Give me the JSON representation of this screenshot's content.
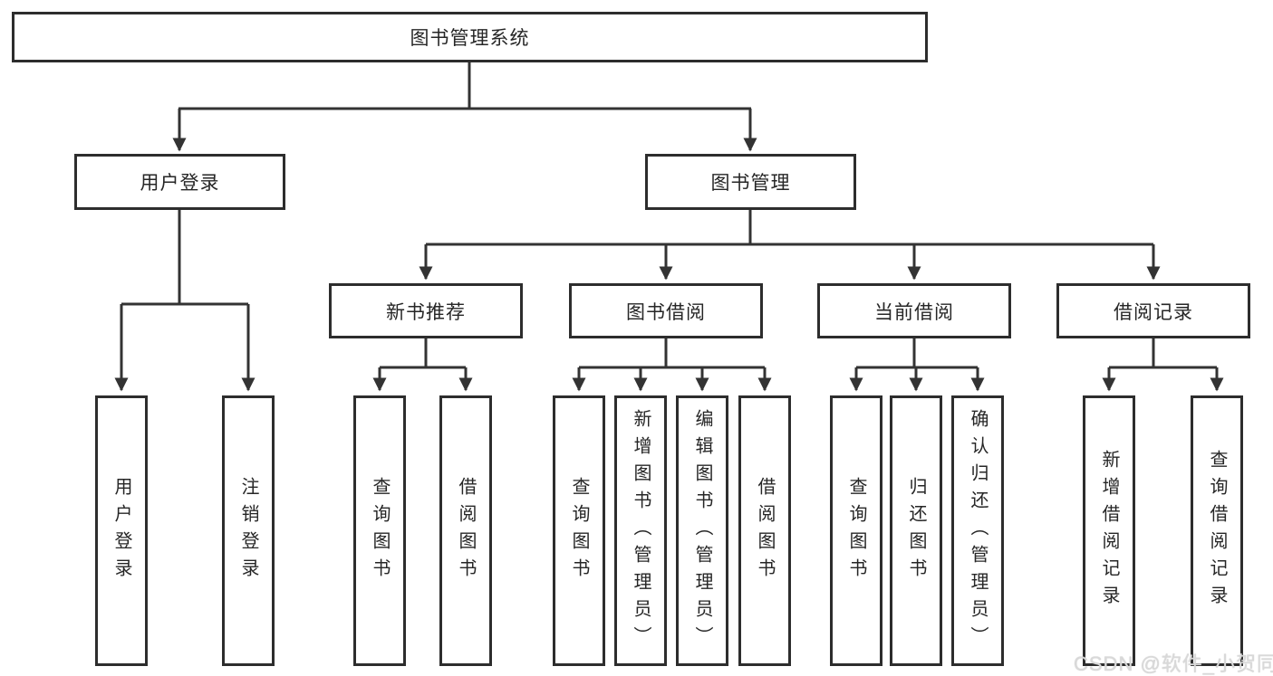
{
  "diagram": {
    "title": "图书管理系统",
    "root": {
      "label": "图书管理系统"
    },
    "branches": [
      {
        "label": "用户登录",
        "children": [
          {
            "label": "用户登录"
          },
          {
            "label": "注销登录"
          }
        ]
      },
      {
        "label": "图书管理",
        "children": [
          {
            "label": "新书推荐",
            "children": [
              {
                "label": "查询图书"
              },
              {
                "label": "借阅图书"
              }
            ]
          },
          {
            "label": "图书借阅",
            "children": [
              {
                "label": "查询图书"
              },
              {
                "label": "新增图书（管理员）"
              },
              {
                "label": "编辑图书（管理员）"
              },
              {
                "label": "借阅图书"
              }
            ]
          },
          {
            "label": "当前借阅",
            "children": [
              {
                "label": "查询图书"
              },
              {
                "label": "归还图书"
              },
              {
                "label": "确认归还（管理员）"
              }
            ]
          },
          {
            "label": "借阅记录",
            "children": [
              {
                "label": "新增借阅记录"
              },
              {
                "label": "查询借阅记录"
              }
            ]
          }
        ]
      }
    ]
  },
  "watermark": {
    "text": "CSDN @软件_小贺同学"
  },
  "colors": {
    "line": "#333333",
    "box_border": "#2d2d2d",
    "text": "#262626",
    "background": "#ffffff",
    "watermark": "#d9d9d9"
  }
}
